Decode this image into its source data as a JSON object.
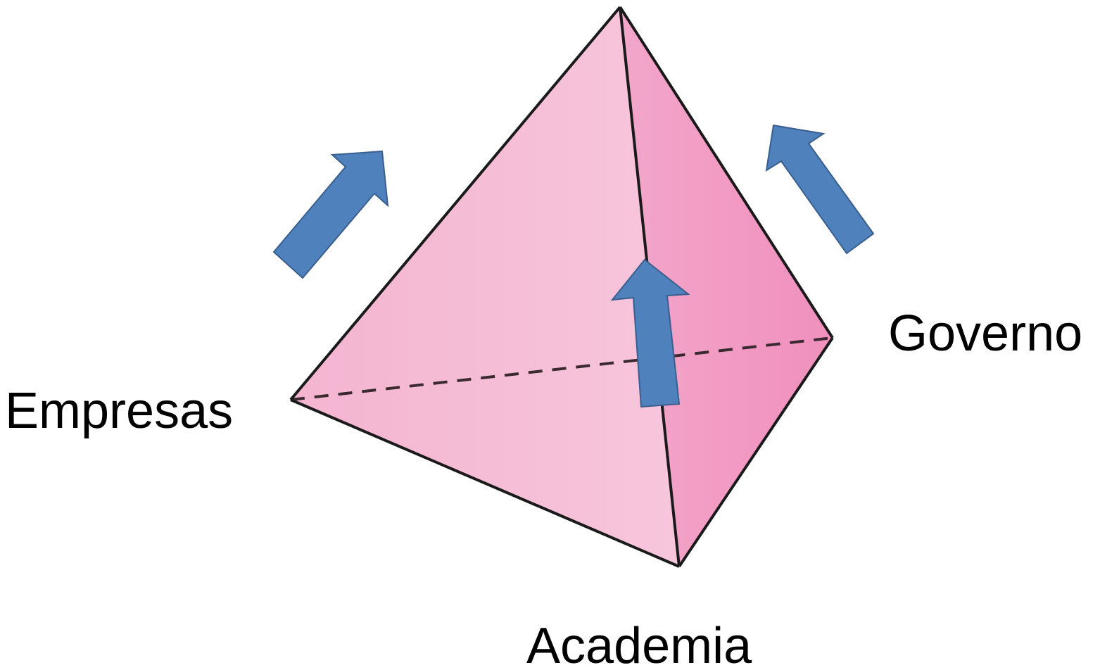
{
  "labels": {
    "empresas": "Empresas",
    "governo": "Governo",
    "academia": "Academia"
  },
  "colors": {
    "front_face": "#f5bdd6",
    "right_face": "#f29ec6",
    "edge": "#1a1a1a",
    "hidden_edge": "#3a2a30",
    "arrow_fill": "#4f81bd",
    "arrow_stroke": "#3a5f8f",
    "text": "#000000"
  },
  "shape": "tetrahedron",
  "arrow_count": 3
}
